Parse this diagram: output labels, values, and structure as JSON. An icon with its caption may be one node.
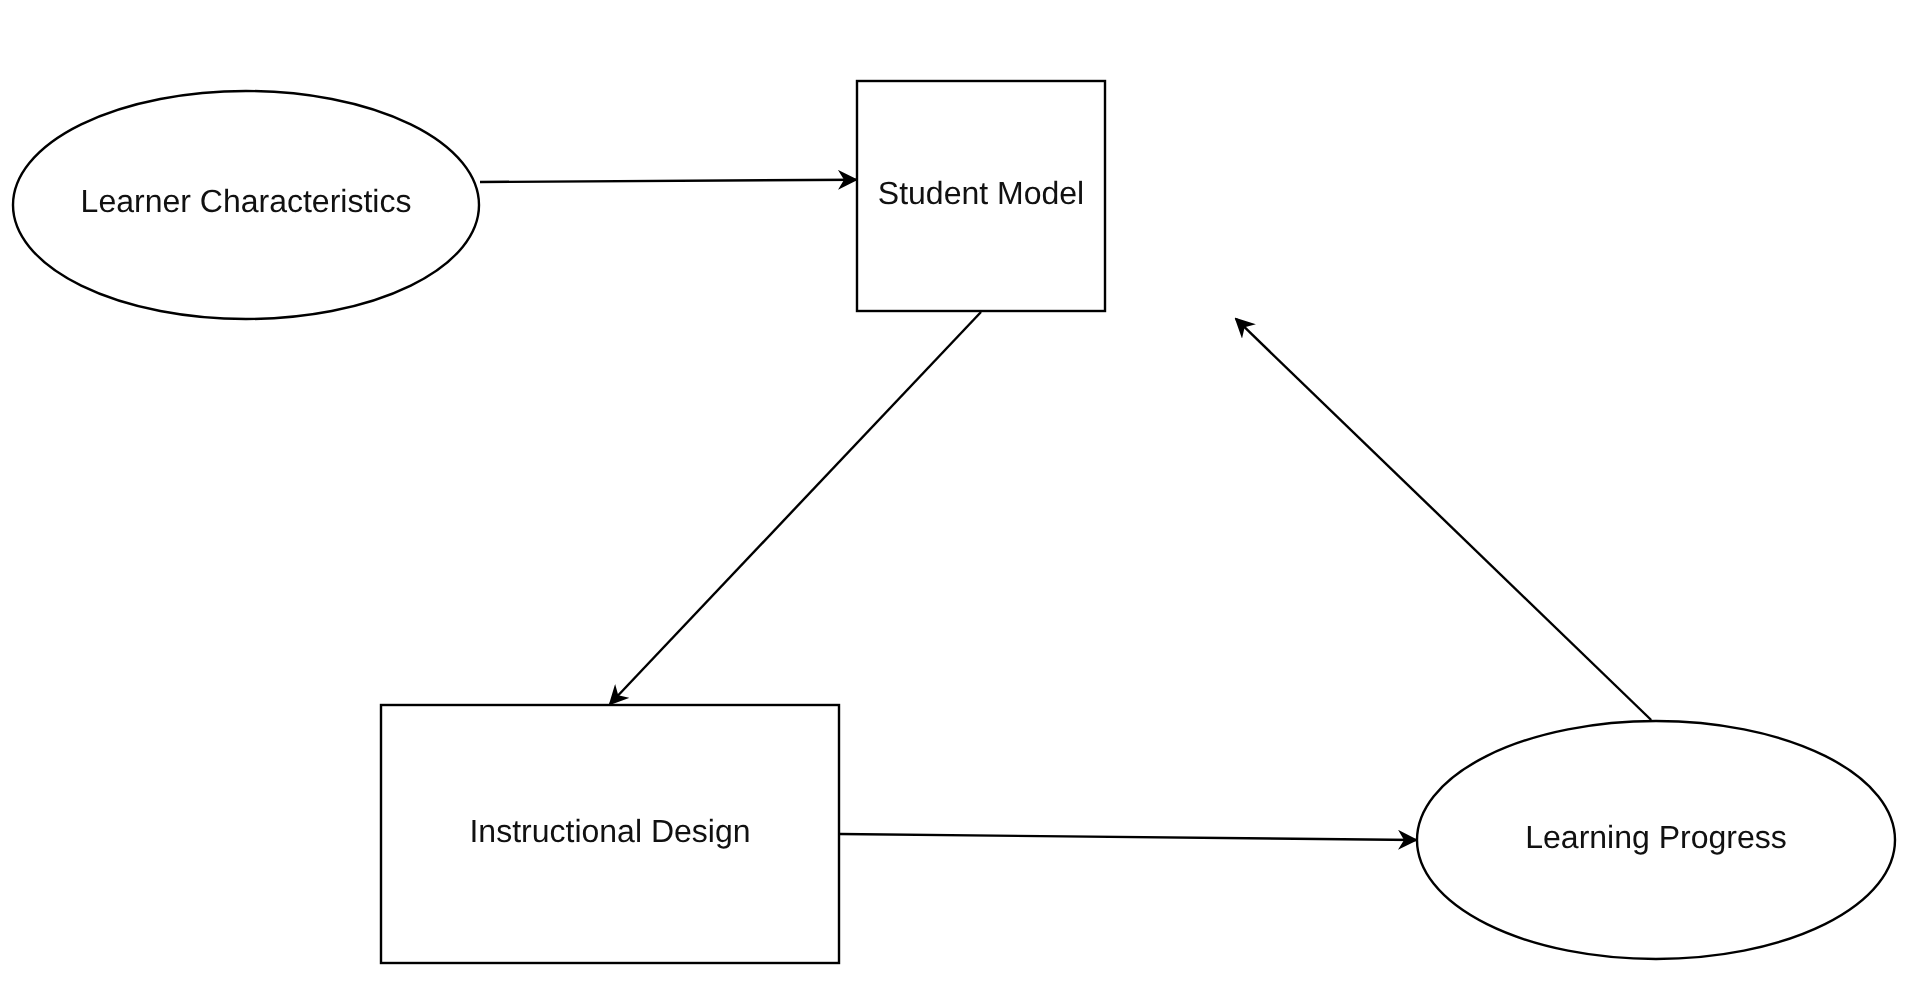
{
  "diagram": {
    "nodes": [
      {
        "text": [
          "Learner Characteristics"
        ]
      },
      {
        "text": [
          "Student Model"
        ]
      },
      {
        "text": [
          "Instructional Design"
        ]
      },
      {
        "text": [
          "Learning Progress"
        ]
      }
    ],
    "edges": [
      {
        "from": 0,
        "to": 1,
        "arrow": "to"
      },
      {
        "from": 1,
        "to": 2,
        "arrow": "to"
      },
      {
        "from": 3,
        "to": 1,
        "arrow": "to"
      },
      {
        "from": 2,
        "to": 3,
        "arrow": "to"
      }
    ]
  }
}
